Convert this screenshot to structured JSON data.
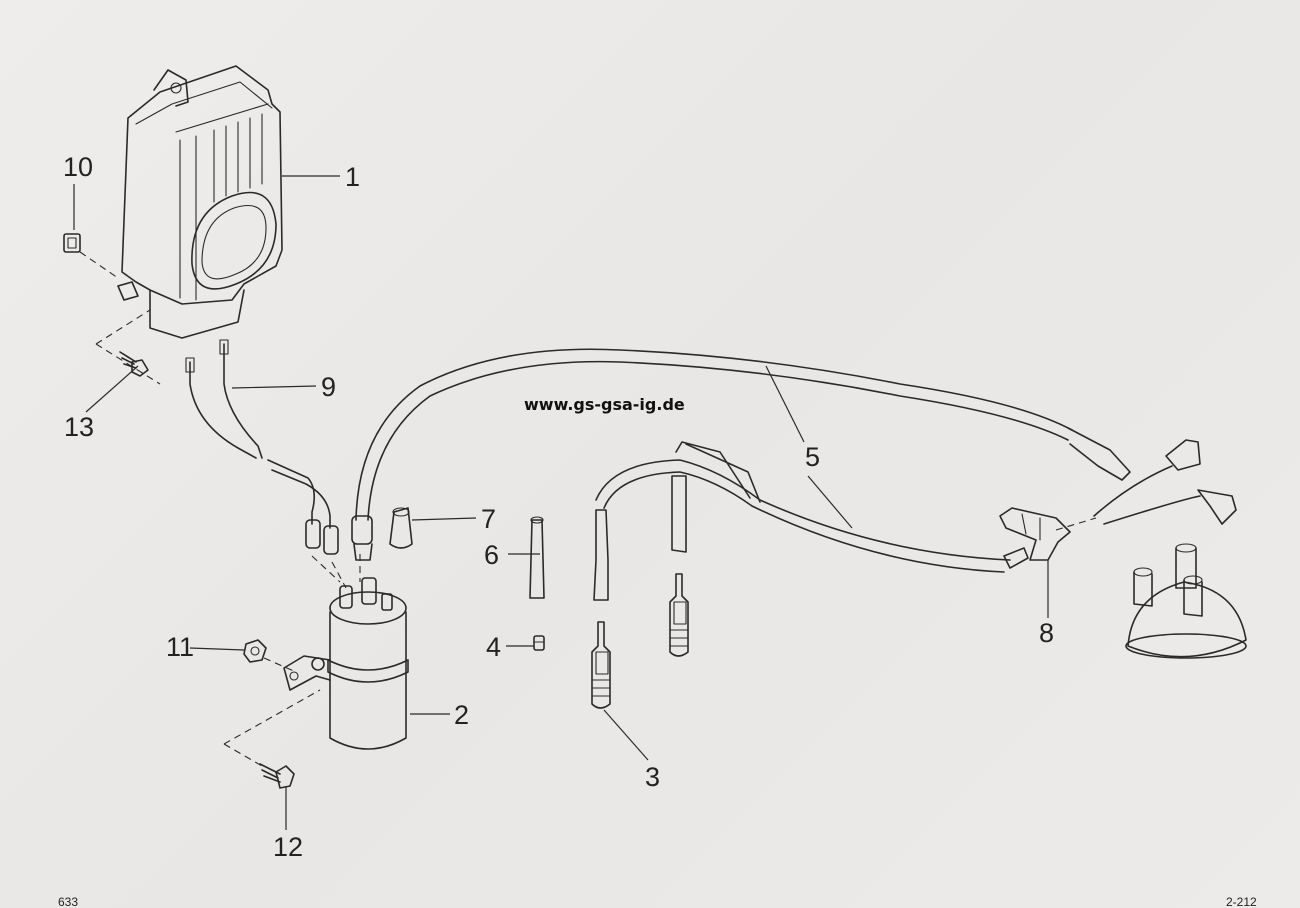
{
  "website": "www.gs-gsa-ig.de",
  "footer": {
    "left": "633",
    "right": "2-212"
  },
  "callouts": [
    {
      "id": "1",
      "label": "1"
    },
    {
      "id": "2",
      "label": "2"
    },
    {
      "id": "3",
      "label": "3"
    },
    {
      "id": "4",
      "label": "4"
    },
    {
      "id": "5",
      "label": "5"
    },
    {
      "id": "6",
      "label": "6"
    },
    {
      "id": "7",
      "label": "7"
    },
    {
      "id": "8",
      "label": "8"
    },
    {
      "id": "9",
      "label": "9"
    },
    {
      "id": "10",
      "label": "10"
    },
    {
      "id": "11",
      "label": "11"
    },
    {
      "id": "12",
      "label": "12"
    },
    {
      "id": "13",
      "label": "13"
    }
  ]
}
